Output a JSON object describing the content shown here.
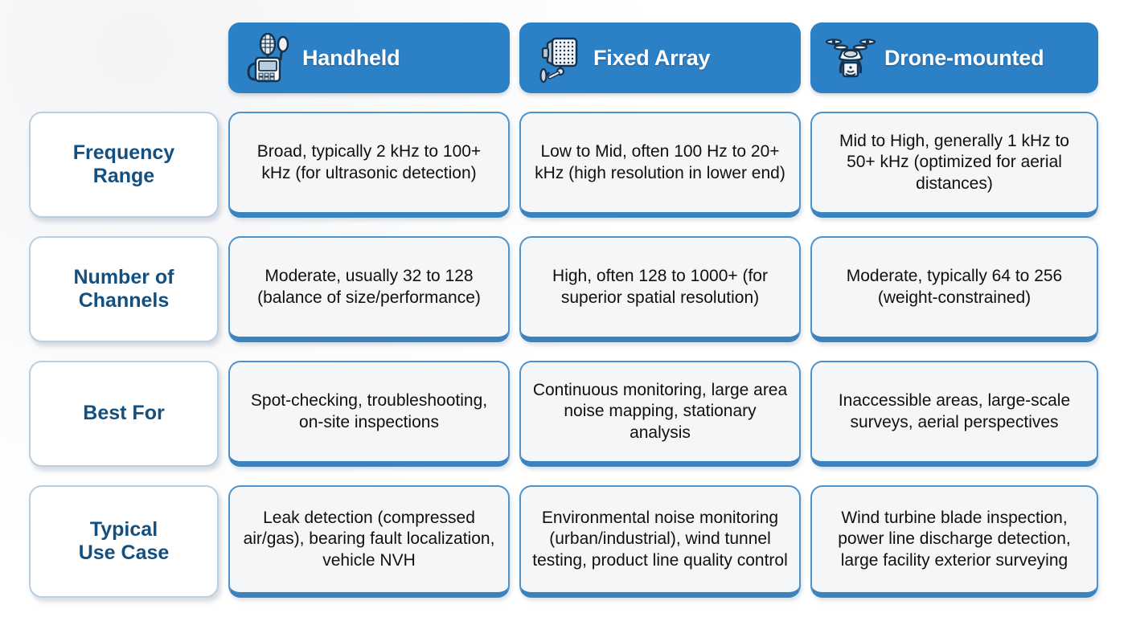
{
  "columns": [
    {
      "key": "handheld",
      "label": "Handheld",
      "icon": "handheld-device-icon"
    },
    {
      "key": "fixed",
      "label": "Fixed Array",
      "icon": "fixed-array-panel-icon"
    },
    {
      "key": "drone",
      "label": "Drone-mounted",
      "icon": "drone-quadcopter-icon"
    }
  ],
  "rows": [
    {
      "label": "Frequency\nRange",
      "label_line1": "Frequency",
      "label_line2": "Range",
      "handheld": "Broad, typically 2 kHz to 100+ kHz (for ultrasonic detection)",
      "fixed": "Low to Mid, often 100 Hz to 20+ kHz (high resolution in lower end)",
      "drone": "Mid to High, generally 1 kHz to 50+ kHz (optimized for aerial distances)"
    },
    {
      "label": "Number of\nChannels",
      "label_line1": "Number of",
      "label_line2": "Channels",
      "handheld": "Moderate, usually 32 to 128 (balance of size/performance)",
      "fixed": "High, often 128 to 1000+ (for superior spatial resolution)",
      "drone": "Moderate, typically 64 to 256 (weight-constrained)"
    },
    {
      "label": "Best For",
      "label_line1": "Best For",
      "label_line2": "",
      "handheld": "Spot-checking, troubleshooting, on-site inspections",
      "fixed": "Continuous monitoring, large area noise mapping, stationary analysis",
      "drone": "Inaccessible areas, large-scale surveys, aerial perspectives"
    },
    {
      "label": "Typical\nUse Case",
      "label_line1": "Typical",
      "label_line2": "Use Case",
      "handheld": "Leak detection (compressed air/gas), bearing fault localization, vehicle NVH",
      "fixed": "Environmental noise monitoring (urban/industrial), wind tunnel testing, product line quality control",
      "drone": "Wind turbine blade inspection, power line discharge detection, large facility exterior surveying"
    }
  ],
  "colors": {
    "header_blue": "#2c80c6",
    "cell_border_blue": "#4f93cc",
    "cell_bottom_blue": "#3b82bf",
    "label_text_navy": "#13507f",
    "label_border": "#b9cfe0",
    "cell_background": "#f5f6f7",
    "page_background": "#ffffff"
  }
}
